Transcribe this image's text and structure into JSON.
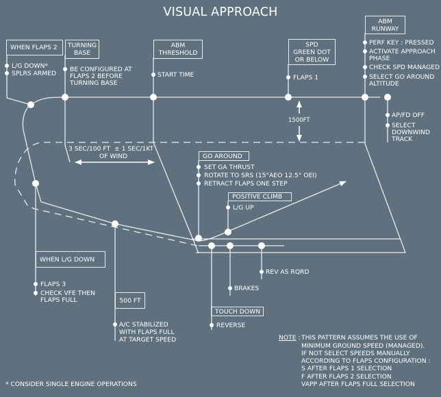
{
  "title": "VISUAL APPROACH",
  "colors": {
    "background": "#5f717f",
    "line": "#ffffff"
  },
  "boxes": {
    "when_flaps_2": "WHEN FLAPS 2",
    "turning_base": [
      "TURNING",
      "BASE"
    ],
    "abm_threshold": [
      "ABM",
      "THRESHOLD"
    ],
    "spd_green_dot": [
      "SPD",
      "GREEN DOT",
      "OR BELOW"
    ],
    "abm_runway": [
      "ABM",
      "RUNWAY"
    ],
    "go_around": "GO AROUND",
    "positive_climb": "POSITIVE CLIMB",
    "when_lg_down": "WHEN L/G DOWN",
    "ft_500": "500 FT",
    "touch_down": "TOUCH DOWN"
  },
  "items": {
    "when_flaps_2": [
      "L/G DOWN*",
      "SPLRS ARMED"
    ],
    "turning_base": [
      "BE CONFIGURED AT",
      "FLAPS 2 BEFORE",
      "TURNING BASE"
    ],
    "abm_threshold": [
      "START TIME"
    ],
    "spd_green_dot": [
      "FLAPS 1"
    ],
    "abm_runway": [
      "PERF KEY : PRESSED",
      "ACTIVATE APPROACH",
      "PHASE",
      "CHECK SPD MANAGED",
      "SELECT GO AROUND",
      "ALTITUDE"
    ],
    "after_runway": [
      "AP/FD OFF",
      "SELECT",
      "DOWNWIND",
      "TRACK"
    ],
    "go_around": [
      "SET GA THRUST",
      "ROTATE TO SRS (15°AEO 12.5° OEI)",
      "RETRACT FLAPS ONE STEP"
    ],
    "positive_climb": [
      "L/G UP"
    ],
    "when_lg_down": [
      "FLAPS 3",
      "CHECK VFE THEN",
      "FLAPS FULL"
    ],
    "ft_500": [
      "A/C STABILIZED",
      "WITH FLAPS FULL",
      "AT TARGET SPEED"
    ],
    "touch_down": [
      "REVERSE"
    ],
    "brakes": "BRAKES",
    "rev_as_rqrd": "REV AS RQRD"
  },
  "annotations": {
    "altitude": "1500FT",
    "timing_line1": "3 SEC/100 FT  ± 1 SEC/1KT",
    "timing_line2": "OF WIND",
    "footnote": "* CONSIDER SINGLE ENGINE OPERATIONS"
  },
  "note": {
    "label": "NOTE",
    "separator": " : ",
    "lines": [
      "THIS PATTERN ASSUMES THE USE OF",
      "MINIMUM GROUND SPEED (MANAGED).",
      "IF NOT SELECT SPEEDS MANUALLY",
      "ACCORDING TO FLAPS CONFIGURATION :",
      "S AFTER FLAPS 1 SELECTION",
      "F AFTER FLAPS 2 SELECTION",
      "VAPP AFTER FLAPS FULL SELECTION"
    ]
  }
}
